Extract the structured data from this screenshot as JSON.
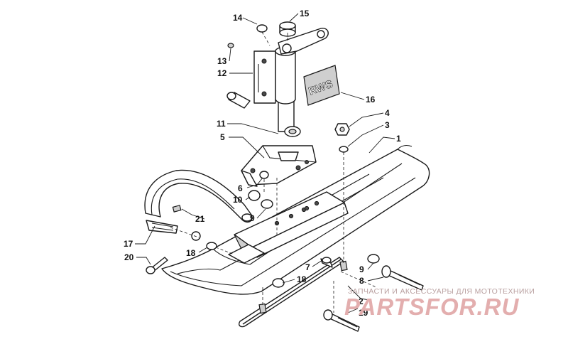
{
  "diagram": {
    "plate_text": "RWS",
    "callouts": [
      {
        "id": "c1",
        "label": "1"
      },
      {
        "id": "c2",
        "label": "2"
      },
      {
        "id": "c3",
        "label": "3"
      },
      {
        "id": "c4",
        "label": "4"
      },
      {
        "id": "c5",
        "label": "5"
      },
      {
        "id": "c6",
        "label": "6"
      },
      {
        "id": "c7",
        "label": "7"
      },
      {
        "id": "c8",
        "label": "8"
      },
      {
        "id": "c9a",
        "label": "9"
      },
      {
        "id": "c9b",
        "label": "9"
      },
      {
        "id": "c10",
        "label": "10"
      },
      {
        "id": "c11",
        "label": "11"
      },
      {
        "id": "c12",
        "label": "12"
      },
      {
        "id": "c13",
        "label": "13"
      },
      {
        "id": "c14",
        "label": "14"
      },
      {
        "id": "c15",
        "label": "15"
      },
      {
        "id": "c16",
        "label": "16"
      },
      {
        "id": "c17",
        "label": "17"
      },
      {
        "id": "c18a",
        "label": "18"
      },
      {
        "id": "c18b",
        "label": "18"
      },
      {
        "id": "c19",
        "label": "19"
      },
      {
        "id": "c20",
        "label": "20"
      },
      {
        "id": "c21",
        "label": "21"
      }
    ]
  },
  "watermark": {
    "caption": "ЗАПЧАСТИ И АКСЕССУАРЫ ДЛЯ МОТОТЕХНИКИ",
    "logo": "PARTSFOR.RU",
    "color": "#e3aeae"
  }
}
